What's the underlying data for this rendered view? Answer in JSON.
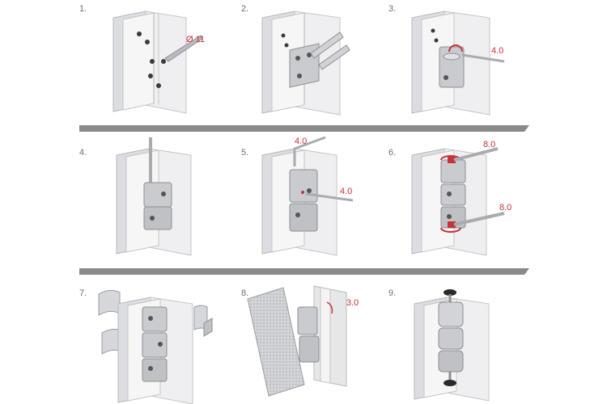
{
  "steps": [
    {
      "number": "1.",
      "labels": [
        "Ø 11"
      ]
    },
    {
      "number": "2.",
      "labels": []
    },
    {
      "number": "3.",
      "labels": [
        "4.0"
      ]
    },
    {
      "number": "4.",
      "labels": []
    },
    {
      "number": "5.",
      "labels": [
        "4.0",
        "4.0"
      ]
    },
    {
      "number": "6.",
      "labels": [
        "8.0",
        "8.0"
      ]
    },
    {
      "number": "7.",
      "labels": []
    },
    {
      "number": "8.",
      "labels": [
        "3.0"
      ]
    },
    {
      "number": "9.",
      "labels": []
    }
  ],
  "colors": {
    "annotation": "#c8323a",
    "divider": "#8a8a8a",
    "frame": "#ececee",
    "metal": "#c9cbce"
  }
}
